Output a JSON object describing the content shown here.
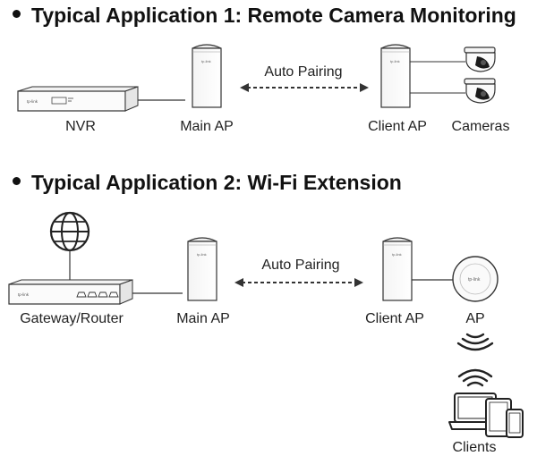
{
  "app1": {
    "title": "Typical Application 1: Remote Camera Monitoring",
    "pairing_label": "Auto Pairing",
    "labels": {
      "nvr": "NVR",
      "main_ap": "Main AP",
      "client_ap": "Client AP",
      "cameras": "Cameras"
    }
  },
  "app2": {
    "title": "Typical Application 2: Wi-Fi Extension",
    "pairing_label": "Auto Pairing",
    "labels": {
      "gateway": "Gateway/Router",
      "main_ap": "Main AP",
      "client_ap": "Client AP",
      "ap": "AP",
      "clients": "Clients"
    }
  },
  "brand_mark": "tp-link",
  "icons": [
    "nvr-icon",
    "outdoor-ap-icon",
    "dome-camera-icon",
    "globe-icon",
    "router-icon",
    "ceiling-ap-icon",
    "wifi-icon",
    "laptop-icon",
    "tablet-icon",
    "phone-icon"
  ]
}
